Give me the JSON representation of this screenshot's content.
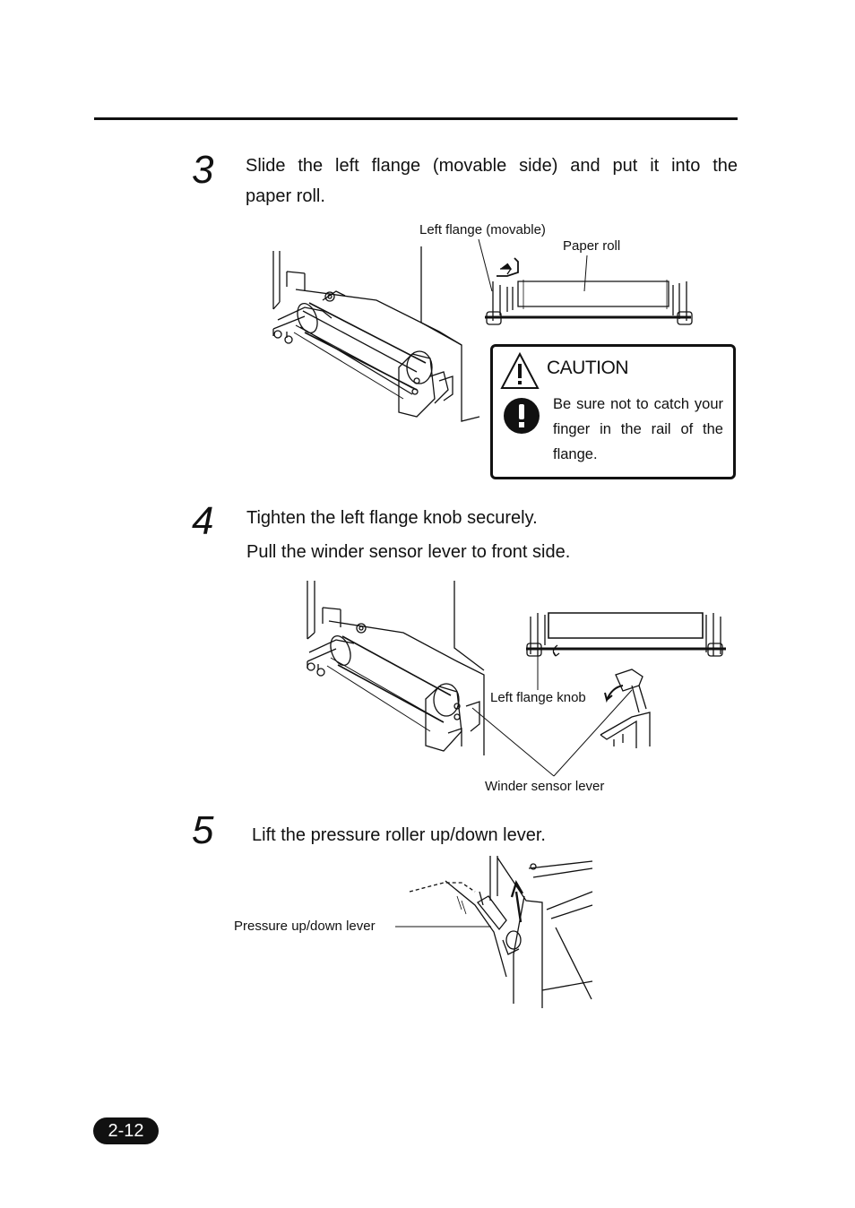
{
  "steps": [
    {
      "number": "3",
      "text_line1": "Slide the left flange (movable side) and put it into the",
      "text_line2": "paper roll."
    },
    {
      "number": "4",
      "text_line1": "Tighten the left flange knob securely.",
      "text_line2": "Pull the winder sensor lever to front side."
    },
    {
      "number": "5",
      "text_line1": "Lift the pressure roller up/down lever."
    }
  ],
  "figure1": {
    "label_left_flange": "Left flange (movable)",
    "label_paper_roll": "Paper roll"
  },
  "caution": {
    "title": "CAUTION",
    "text": "Be sure not to catch your finger in the rail of the flange."
  },
  "figure2": {
    "label_knob": "Left flange knob",
    "label_lever": "Winder sensor lever"
  },
  "figure3": {
    "label_lever": "Pressure up/down lever"
  },
  "page_number": "2-12"
}
